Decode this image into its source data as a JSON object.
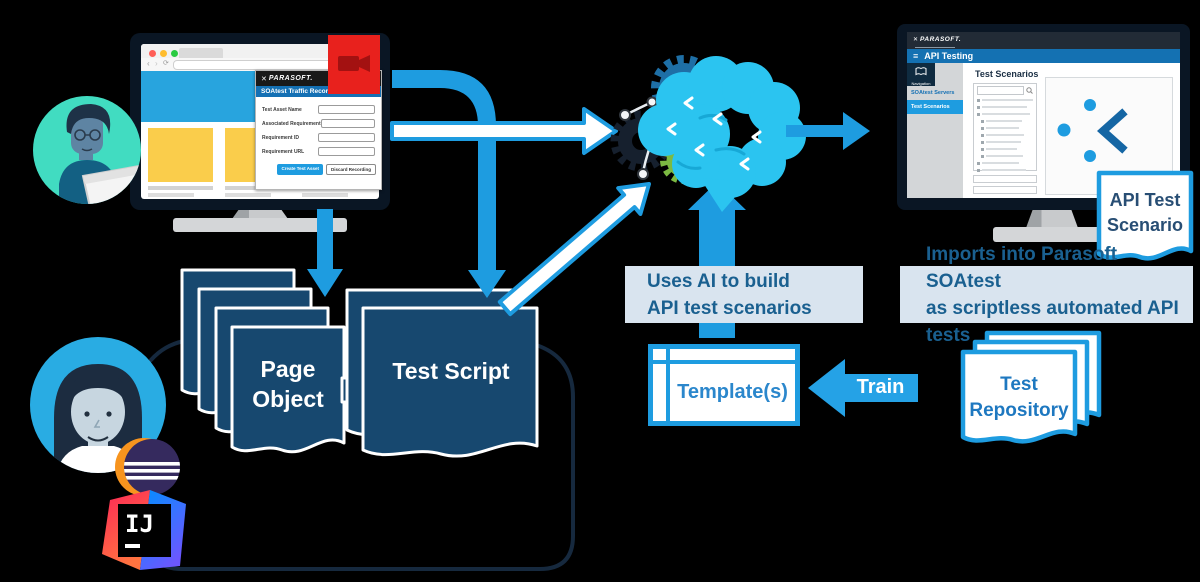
{
  "colors": {
    "accent_blue": "#1E9CE0",
    "dark_navy_doc": "#17486F",
    "loop_line": "#16293E",
    "brain_cyan": "#2BC4F0",
    "green_gear": "#7CBA42",
    "steel_gear": "#1E6FA6",
    "label_box_bg": "#D9E4EF",
    "label_text": "#1A6090",
    "record_red": "#E8211D",
    "teal_avatar_bg": "#41DCC1",
    "blue_avatar_bg": "#29ACE3"
  },
  "captions": {
    "uses_ai_line1": "Uses AI to build",
    "uses_ai_line2": "API test scenarios",
    "imports_line1": "Imports into Parasoft SOAtest",
    "imports_line2": "as scriptless automated API tests"
  },
  "artifacts": {
    "page_object": "Page Object",
    "test_script": "Test Script",
    "api_scenario": "API Test Scenario",
    "test_repository": "Test Repository"
  },
  "training": {
    "template_label": "Template(s)",
    "train_label": "Train"
  },
  "recorder": {
    "brand": "PARASOFT.",
    "title": "SOAtest Traffic Recorder",
    "fields": [
      {
        "label": "Test Asset Name",
        "value": ""
      },
      {
        "label": "Associated Requirement",
        "value": ""
      },
      {
        "label": "Requirement ID",
        "value": ""
      },
      {
        "label": "Requirement URL",
        "value": ""
      }
    ],
    "create_button": "Create Test Asset",
    "discard_button": "Discard Recording"
  },
  "soatest": {
    "brand": "PARASOFT.",
    "app_title": "API Testing",
    "nav_tile": "Navigation",
    "sidebar": [
      {
        "label": "SOAtest Servers",
        "active": false
      },
      {
        "label": "Test Scenarios",
        "active": true
      }
    ],
    "heading": "Test Scenarios"
  },
  "ide": {
    "intellij_label": "IJ"
  }
}
